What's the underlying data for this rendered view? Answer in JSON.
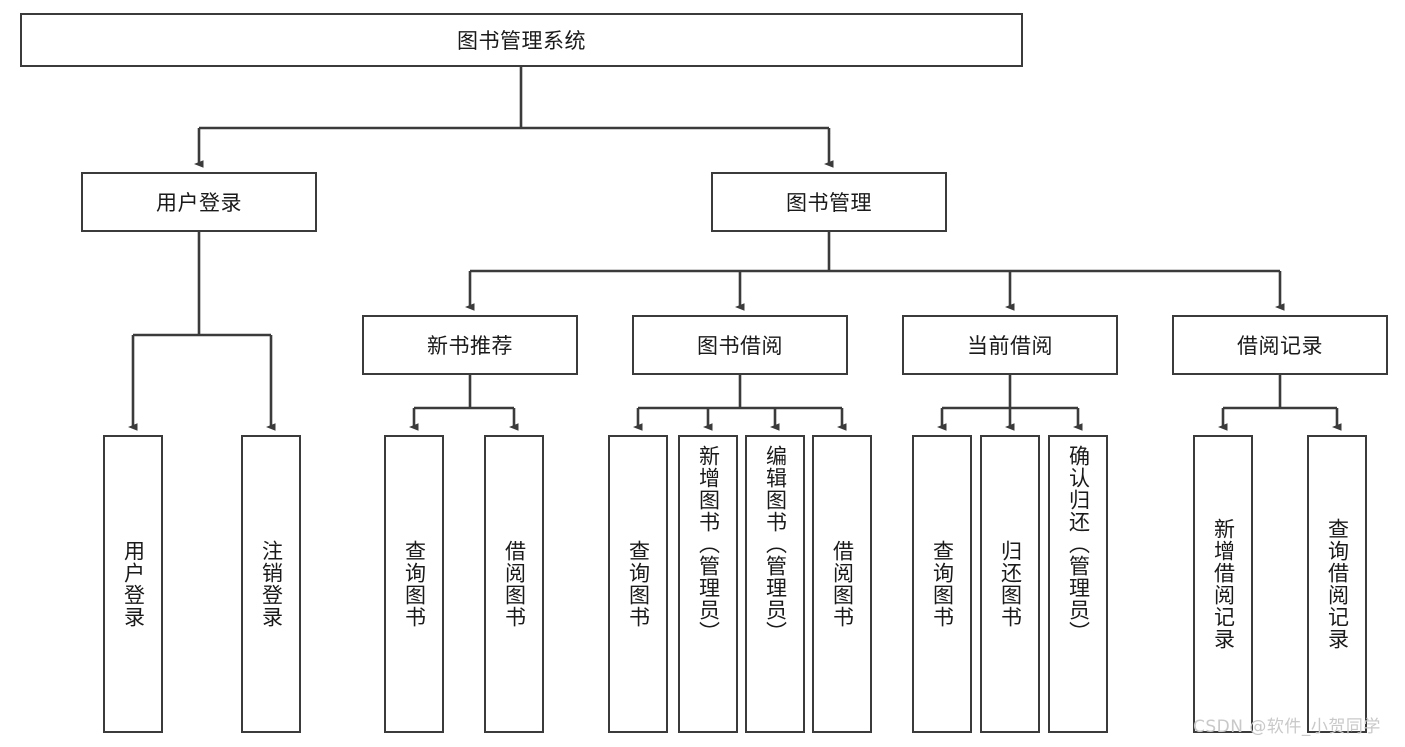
{
  "diagram": {
    "title": "图书管理系统",
    "type": "hierarchy-tree",
    "orientation": "top-down",
    "levels": 4,
    "colors": {
      "box_border": "#3b3b3b",
      "box_fill": "#ffffff",
      "edge": "#3b3b3b",
      "text": "#1a1a1a",
      "watermark": "#c9c9c9"
    }
  },
  "root": {
    "label": "图书管理系统"
  },
  "level2": [
    {
      "label": "用户登录"
    },
    {
      "label": "图书管理"
    }
  ],
  "level3": [
    {
      "label": "新书推荐"
    },
    {
      "label": "图书借阅"
    },
    {
      "label": "当前借阅"
    },
    {
      "label": "借阅记录"
    }
  ],
  "leaves": {
    "user_login": [
      {
        "label": "用户登录"
      },
      {
        "label": "注销登录"
      }
    ],
    "new_book_recommend": [
      {
        "label": "查询图书"
      },
      {
        "label": "借阅图书"
      }
    ],
    "book_borrow": [
      {
        "label": "查询图书"
      },
      {
        "label": "新增图书（管理员）"
      },
      {
        "label": "编辑图书（管理员）"
      },
      {
        "label": "借阅图书"
      }
    ],
    "current_borrow": [
      {
        "label": "查询图书"
      },
      {
        "label": "归还图书"
      },
      {
        "label": "确认归还（管理员）"
      }
    ],
    "borrow_record": [
      {
        "label": "新增借阅记录"
      },
      {
        "label": "查询借阅记录"
      }
    ]
  },
  "watermark": {
    "text": "CSDN @软件_小贺同学"
  }
}
